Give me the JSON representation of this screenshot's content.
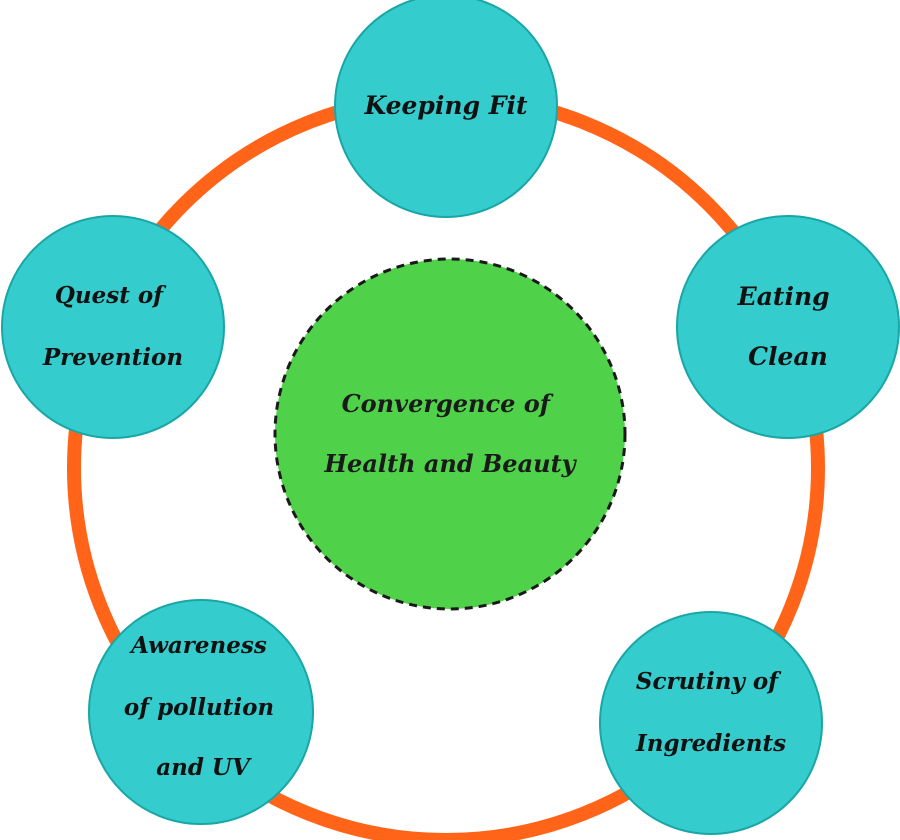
{
  "diagram": {
    "center": {
      "lines": [
        "Convergence of",
        "Health and Beauty"
      ]
    },
    "nodes": [
      {
        "lines": [
          "Keeping Fit"
        ]
      },
      {
        "lines": [
          "Eating",
          "Clean"
        ]
      },
      {
        "lines": [
          "Scrutiny of",
          "Ingredients"
        ]
      },
      {
        "lines": [
          "Awareness",
          "of pollution",
          "and UV"
        ]
      },
      {
        "lines": [
          "Quest of",
          "Prevention"
        ]
      }
    ]
  },
  "colors": {
    "ring": "#ff6418",
    "node_fill": "#34cccc",
    "node_stroke": "#1aa6a6",
    "center_fill": "#4fd24a",
    "center_border": "#1a1a1a",
    "text": "#111111"
  }
}
